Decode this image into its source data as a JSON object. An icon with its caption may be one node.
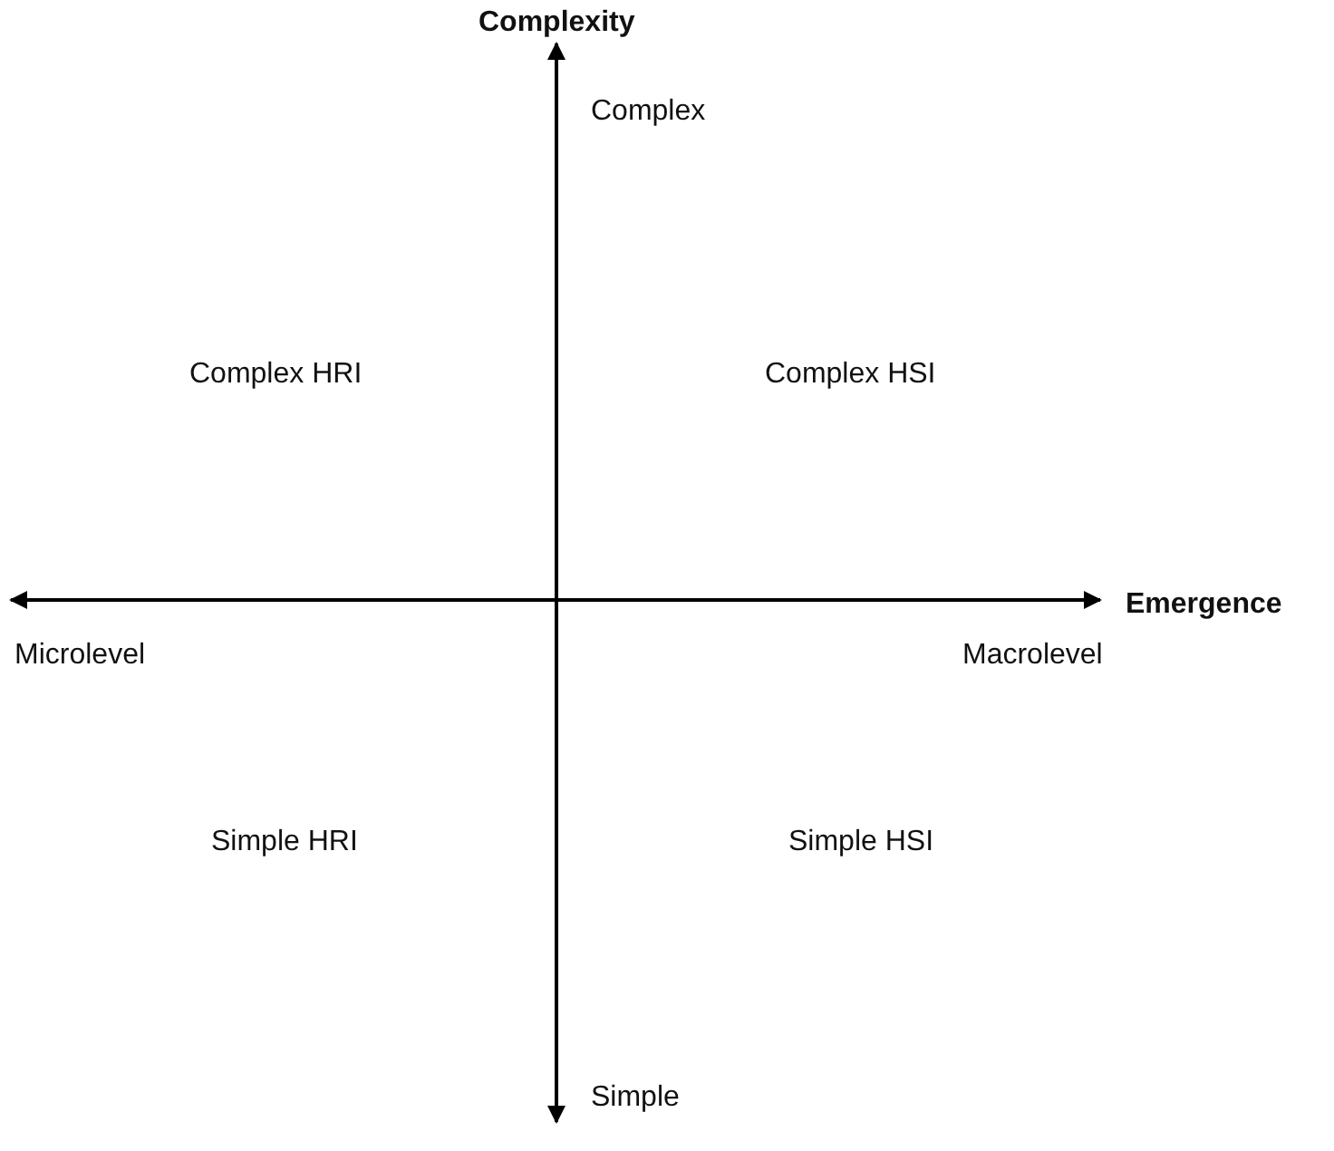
{
  "diagram": {
    "labels": [
      "Complexity",
      "Complex",
      "Complex HRI",
      "Complex HSI",
      "Emergence",
      "Microlevel",
      "Macrolevel",
      "Simple HRI",
      "Simple HSI",
      "Simple"
    ]
  }
}
